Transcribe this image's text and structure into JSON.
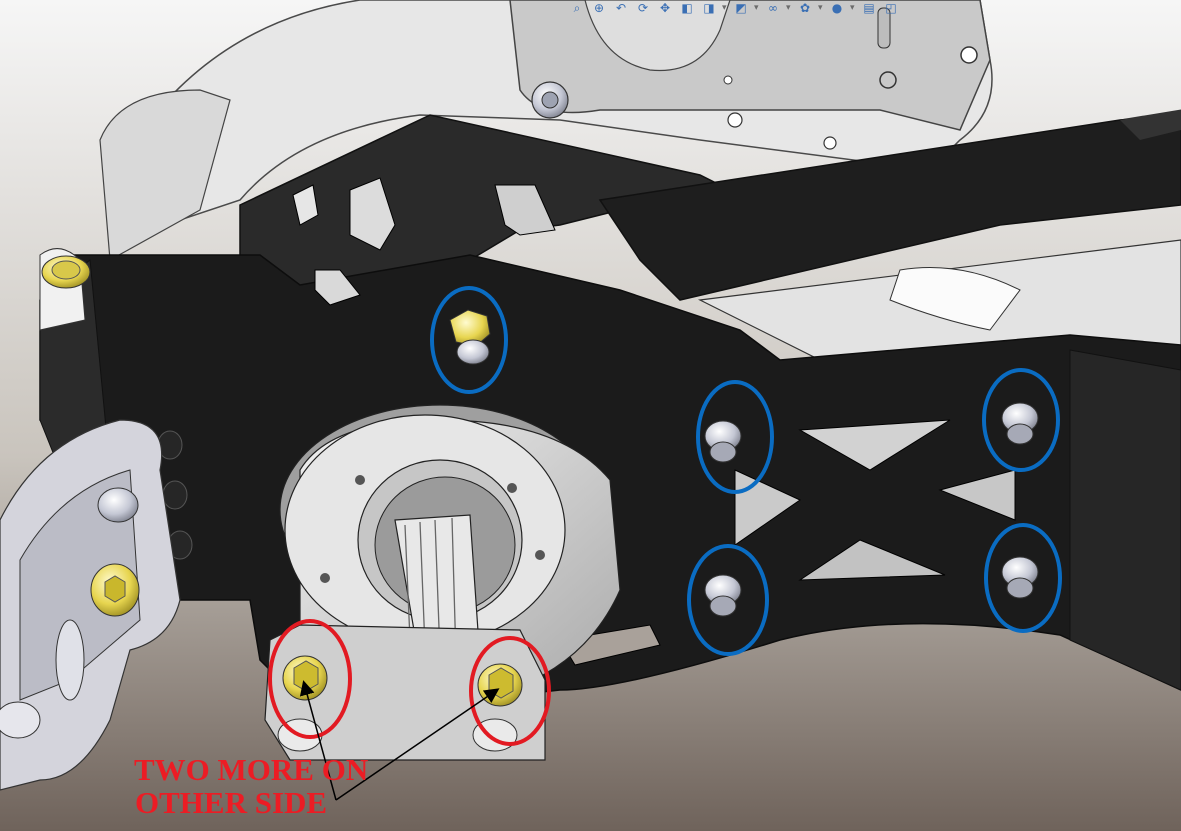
{
  "viewport": {
    "title": "",
    "colors": {
      "background_top": "#f4f4f4",
      "background_bottom": "#7c6d63",
      "bracket": "#1f1f1f",
      "fastener_yellow": "#e6d65a",
      "fastener_silver": "#bfc3cf",
      "housing_light": "#d8d8d8",
      "circle_blue": "#0a6cc2",
      "circle_red": "#e21a22",
      "arrow": "#000000"
    }
  },
  "toolbar": {
    "icons": [
      "zoom-to-fit-icon",
      "zoom-area-icon",
      "previous-view-icon",
      "rotate-icon",
      "pan-icon",
      "section-view-icon",
      "view-orientation-icon",
      "display-style-icon",
      "hide-show-icon",
      "appearance-icon",
      "scene-icon",
      "view-settings-icon",
      "3d-view-icon"
    ]
  },
  "annotation": {
    "label_line1": "TWO MORE ON",
    "label_line2": "OTHER SIDE"
  },
  "callouts": {
    "blue_count": 5,
    "red_count": 2
  }
}
